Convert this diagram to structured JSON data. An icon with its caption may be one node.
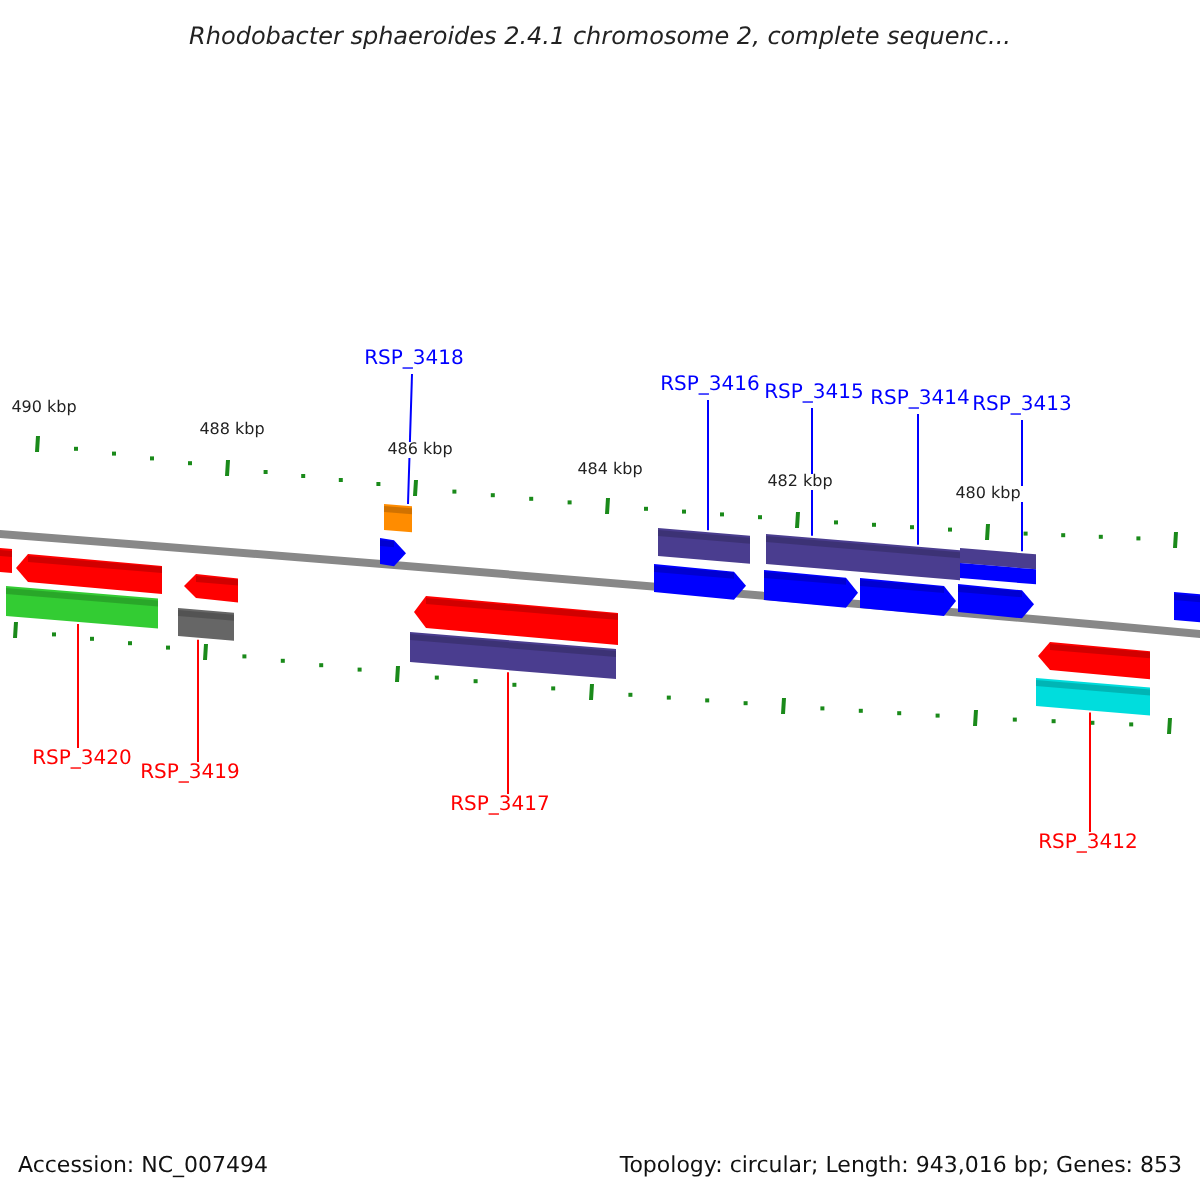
{
  "diagram": {
    "title": "Rhodobacter sphaeroides 2.4.1 chromosome 2, complete sequenc...",
    "nodes": [
      {
        "text": [
          "RSP_3418"
        ]
      },
      {
        "text": [
          "RSP_3416"
        ]
      },
      {
        "text": [
          "RSP_3415"
        ]
      },
      {
        "text": [
          "RSP_3414"
        ]
      },
      {
        "text": [
          "RSP_3413"
        ]
      },
      {
        "text": [
          "RSP_3420"
        ]
      },
      {
        "text": [
          "RSP_3419"
        ]
      },
      {
        "text": [
          "RSP_3417"
        ]
      },
      {
        "text": [
          "RSP_3412"
        ]
      },
      {
        "text": [],
        "shape": "bar"
      },
      {
        "text": [],
        "shape": "bar"
      },
      {
        "text": [],
        "shape": "bar"
      },
      {
        "text": [],
        "shape": "bar"
      },
      {
        "text": [],
        "shape": "bar"
      },
      {
        "text": [],
        "shape": "bar"
      },
      {
        "text": [],
        "shape": "bar"
      },
      {
        "text": [],
        "shape": "bar"
      },
      {
        "text": [],
        "shape": "bar"
      },
      {
        "text": [],
        "shape": "bar"
      },
      {
        "text": [],
        "shape": "bar"
      },
      {
        "text": [],
        "shape": "bar"
      },
      {
        "text": [],
        "shape": "bar"
      },
      {
        "text": [],
        "shape": "bar"
      },
      {
        "text": [],
        "shape": "bar"
      },
      {
        "text": [],
        "shape": "bar"
      },
      {
        "text": [],
        "shape": "bar"
      },
      {
        "text": [],
        "shape": "bar"
      },
      {
        "text": [],
        "shape": "bar"
      },
      {
        "text": [],
        "shape": "bar"
      }
    ],
    "edges": [
      {
        "from": 0,
        "to": 14,
        "arrow": "none"
      },
      {
        "from": 1,
        "to": 18,
        "arrow": "none"
      },
      {
        "from": 2,
        "to": 20,
        "arrow": "none"
      },
      {
        "from": 3,
        "to": 21,
        "arrow": "none"
      },
      {
        "from": 4,
        "to": 22,
        "arrow": "none"
      },
      {
        "from": 5,
        "to": 11,
        "arrow": "none",
        "color": "#ff0000"
      },
      {
        "from": 6,
        "to": 13,
        "arrow": "none",
        "color": "#ff0000"
      },
      {
        "from": 7,
        "to": 17,
        "arrow": "none",
        "color": "#ff0000"
      },
      {
        "from": 8,
        "to": 27,
        "arrow": "none",
        "color": "#ff0000"
      }
    ],
    "labels": [
      "490 kbp",
      "488 kbp",
      "486 kbp",
      "484 kbp",
      "482 kbp",
      "480 kbp",
      "Accession: NC_007494",
      "Topology: circular; Length: 943,016 bp; Genes: 853"
    ]
  }
}
